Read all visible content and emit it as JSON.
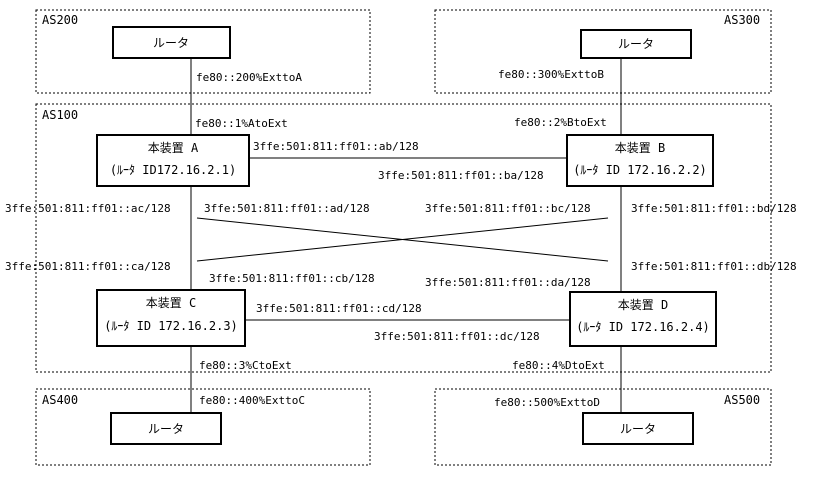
{
  "as_areas": {
    "as200": "AS200",
    "as300": "AS300",
    "as100": "AS100",
    "as400": "AS400",
    "as500": "AS500"
  },
  "ext_routers": {
    "as200": "ルータ",
    "as300": "ルータ",
    "as400": "ルータ",
    "as500": "ルータ"
  },
  "devices": {
    "a": {
      "name": "本装置 A",
      "router_id": "(ﾙｰﾀ ID172.16.2.1)"
    },
    "b": {
      "name": "本装置 B",
      "router_id": "(ﾙｰﾀ ID 172.16.2.2)"
    },
    "c": {
      "name": "本装置 C",
      "router_id": "(ﾙｰﾀ ID 172.16.2.3)"
    },
    "d": {
      "name": "本装置 D",
      "router_id": "(ﾙｰﾀ ID 172.16.2.4)"
    }
  },
  "addresses": {
    "as200_ext": "fe80::200%ExttoA",
    "as300_ext": "fe80::300%ExttoB",
    "a_to_ext": "fe80::1%AtoExt",
    "b_to_ext": "fe80::2%BtoExt",
    "ab": "3ffe:501:811:ff01::ab/128",
    "ba": "3ffe:501:811:ff01::ba/128",
    "ac": "3ffe:501:811:ff01::ac/128",
    "ad": "3ffe:501:811:ff01::ad/128",
    "bc": "3ffe:501:811:ff01::bc/128",
    "bd": "3ffe:501:811:ff01::bd/128",
    "ca": "3ffe:501:811:ff01::ca/128",
    "cb": "3ffe:501:811:ff01::cb/128",
    "da": "3ffe:501:811:ff01::da/128",
    "db": "3ffe:501:811:ff01::db/128",
    "cd": "3ffe:501:811:ff01::cd/128",
    "dc": "3ffe:501:811:ff01::dc/128",
    "c_to_ext": "fe80::3%CtoExt",
    "d_to_ext": "fe80::4%DtoExt",
    "as400_ext": "fe80::400%ExttoC",
    "as500_ext": "fe80::500%ExttoD"
  }
}
